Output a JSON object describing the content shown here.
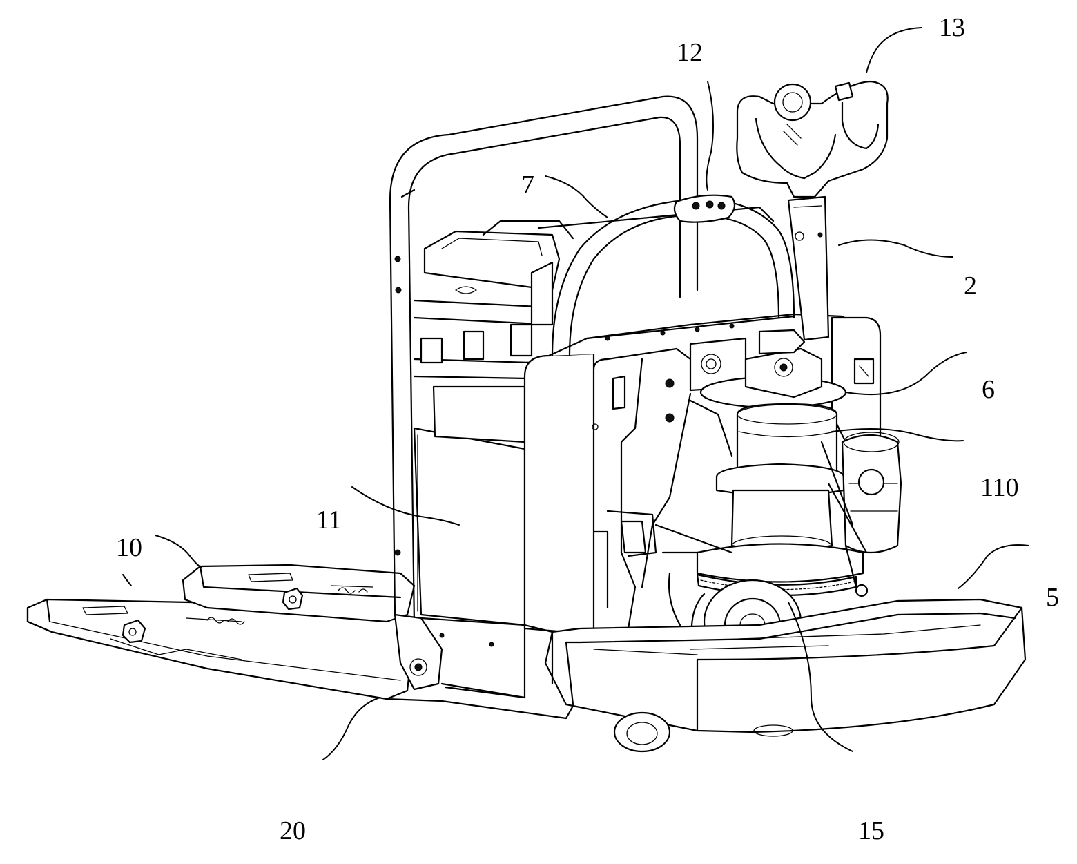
{
  "figure": {
    "labels": {
      "l2": "2",
      "l5": "5",
      "l6": "6",
      "l7": "7",
      "l10": "10",
      "l11": "11",
      "l12": "12",
      "l13": "13",
      "l15": "15",
      "l20": "20",
      "l110": "110"
    }
  }
}
